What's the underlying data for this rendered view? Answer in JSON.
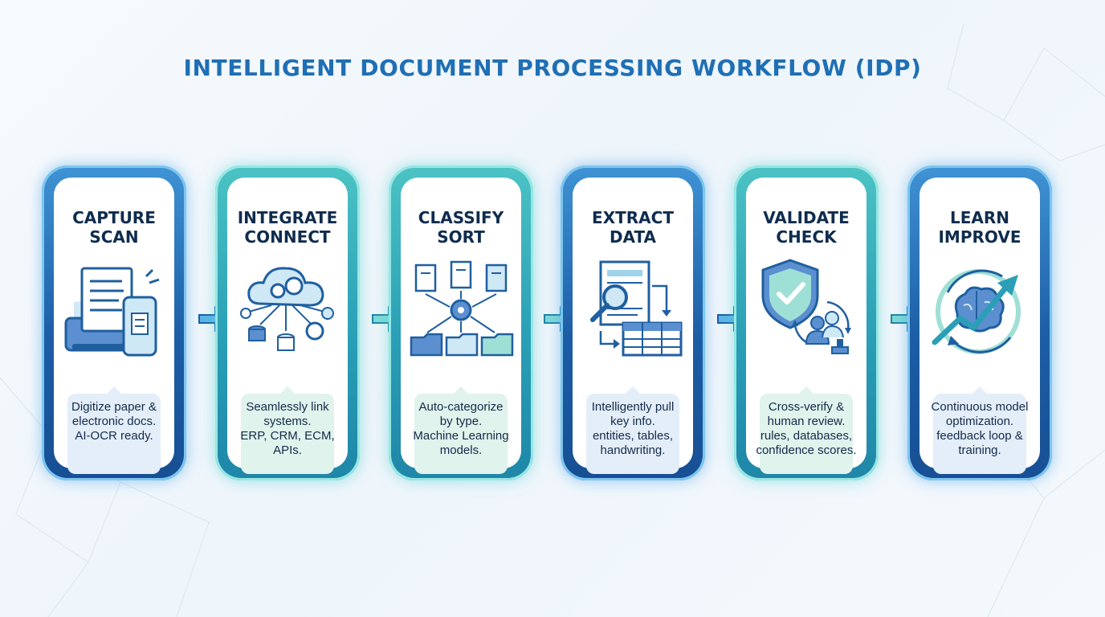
{
  "title": "INTELLIGENT DOCUMENT PROCESSING WORKFLOW (IDP)",
  "steps": [
    {
      "title1": "CAPTURE",
      "title2": "SCAN",
      "icon": "scanner-and-phone-icon",
      "desc": [
        "Digitize paper &",
        "electronic docs.",
        "AI-OCR ready."
      ]
    },
    {
      "title1": "INTEGRATE",
      "title2": "CONNECT",
      "icon": "cloud-integration-icon",
      "desc": [
        "Seamlessly link",
        "systems.",
        "ERP, CRM, ECM,",
        "APIs."
      ]
    },
    {
      "title1": "CLASSIFY",
      "title2": "SORT",
      "icon": "document-sorting-icon",
      "desc": [
        "Auto-categorize",
        "by type.",
        "Machine Learning",
        "models."
      ]
    },
    {
      "title1": "EXTRACT",
      "title2": "DATA",
      "icon": "data-extraction-icon",
      "desc": [
        "Intelligently pull",
        "key info.",
        "entities, tables,",
        "handwriting."
      ]
    },
    {
      "title1": "VALIDATE",
      "title2": "CHECK",
      "icon": "shield-check-review-icon",
      "desc": [
        "Cross-verify &",
        "human review.",
        "rules, databases,",
        "confidence scores."
      ]
    },
    {
      "title1": "LEARN",
      "title2": "IMPROVE",
      "icon": "brain-growth-icon",
      "desc": [
        "Continuous model",
        "optimization.",
        "feedback loop &",
        "training."
      ]
    }
  ],
  "colors": {
    "title": "#1f6fb5",
    "card_blue": "#1c5da5",
    "card_teal": "#2a9fb6",
    "text_dark": "#0f2c4e",
    "icon_blue": "#1f5f9f",
    "icon_light": "#9fd3ec"
  }
}
